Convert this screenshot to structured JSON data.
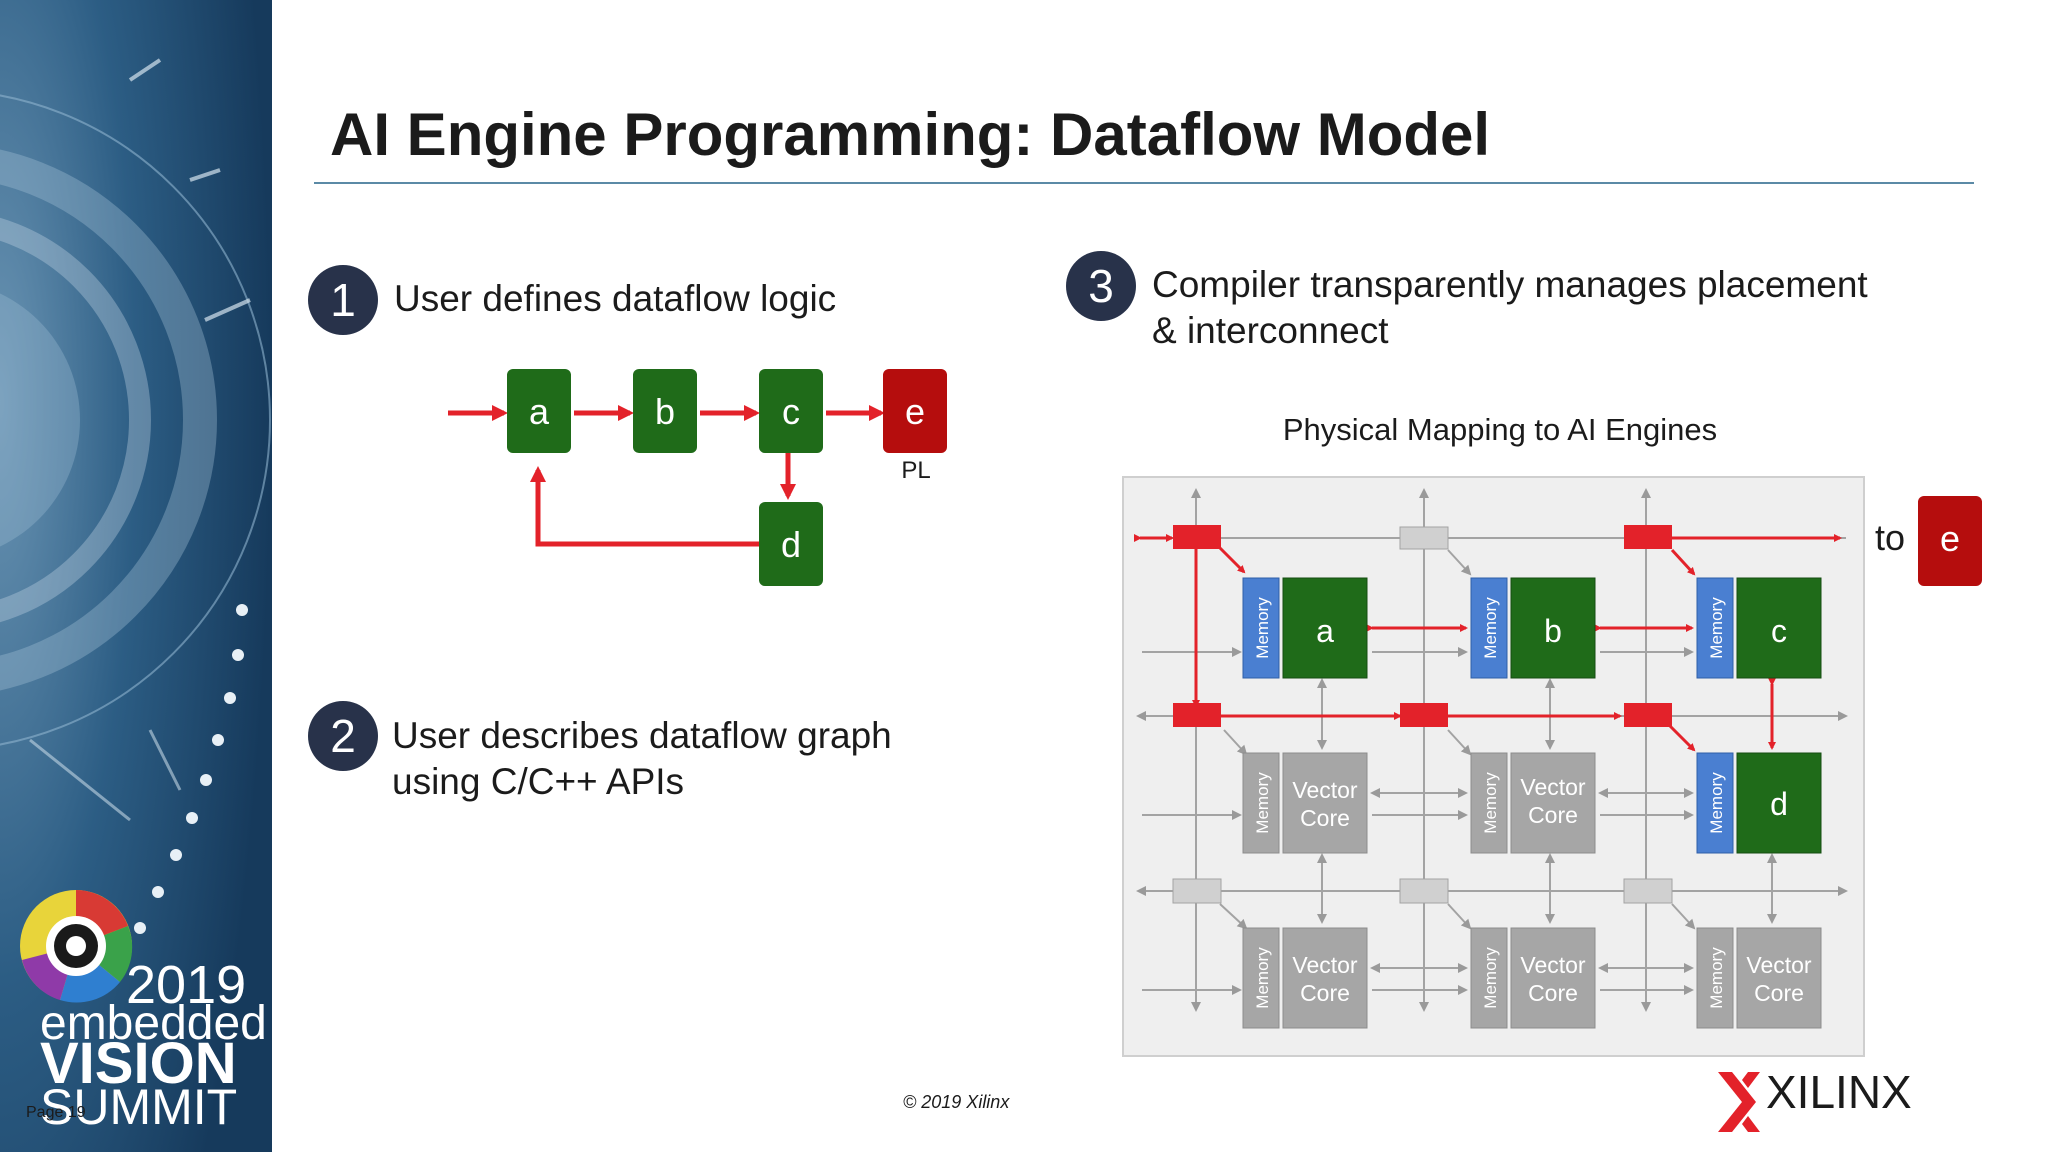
{
  "slide": {
    "title": "AI Engine Programming:  Dataflow Model",
    "footer_copyright": "© 2019 Xilinx",
    "page_label": "Page 19"
  },
  "steps": [
    {
      "number": "1",
      "text": "User defines dataflow logic"
    },
    {
      "number": "2",
      "lines": [
        "User describes dataflow graph",
        "using C/C++ APIs"
      ]
    },
    {
      "number": "3",
      "lines": [
        "Compiler transparently manages placement",
        "& interconnect"
      ]
    }
  ],
  "logical_graph": {
    "nodes": [
      "a",
      "b",
      "c",
      "d",
      "e"
    ],
    "pl_label": "PL"
  },
  "physical_mapping": {
    "title": "Physical Mapping to AI Engines",
    "memory_label": "Memory",
    "vector_core_label": [
      "Vector",
      "Core"
    ],
    "to_label": "to",
    "external_node": "e",
    "mapped_nodes": [
      "a",
      "b",
      "c",
      "d"
    ]
  },
  "branding": {
    "event_year": "2019",
    "event_line1": "embedded",
    "event_line2": "VISION",
    "event_line3": "SUMMIT",
    "company": "XILINX"
  },
  "colors": {
    "green": "#1f6b19",
    "red": "#b50d0d",
    "arrow_red": "#e3222a",
    "memory_blue": "#4a7fd1",
    "gray_tile": "#a6a6a6",
    "sidebar_navy": "#173d5f",
    "step_circle": "#28324a"
  }
}
